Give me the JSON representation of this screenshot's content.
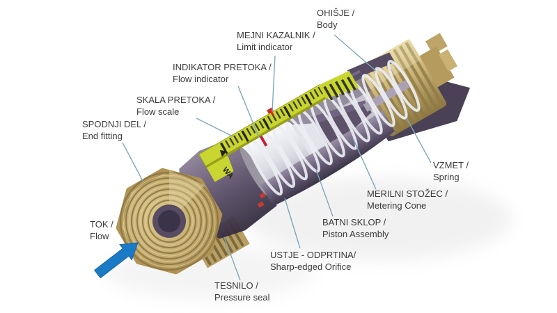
{
  "colors": {
    "background": "#ffffff",
    "label_text": "#3a3a3a",
    "leader_line": "#7ea8ba",
    "flow_arrow_blue": "#1b7ac6",
    "brass_gold": "#c9b173",
    "body_purple": "#695e78",
    "scale_yellow": "#c9d531",
    "spring_white": "#eceef3",
    "indicator_red": "#d3281e"
  },
  "scale_marking": "WA",
  "labels": {
    "ohisje": {
      "si": "OHIŠJE /",
      "en": "Body"
    },
    "mejni_kazalnik": {
      "si": "MEJNI KAZALNIK /",
      "en": "Limit indicator"
    },
    "indikator_pretoka": {
      "si": "INDIKATOR PRETOKA /",
      "en": "Flow indicator"
    },
    "skala_pretoka": {
      "si": "SKALA PRETOKA /",
      "en": "Flow scale"
    },
    "spodnji_del": {
      "si": "SPODNJI DEL /",
      "en": "End fitting"
    },
    "tok": {
      "si": "TOK /",
      "en": "Flow"
    },
    "tesnilo": {
      "si": "TESNILO /",
      "en": "Pressure seal"
    },
    "ustje": {
      "si": "USTJE - ODPRTINA/",
      "en": "Sharp-edged Orifice"
    },
    "batni_sklop": {
      "si": "BATNI SKLOP /",
      "en": "Piston Assembly"
    },
    "merilni_stozec": {
      "si": "MERILNI STOŽEC /",
      "en": "Metering Cone"
    },
    "vzmet": {
      "si": "VZMET /",
      "en": "Spring"
    }
  }
}
